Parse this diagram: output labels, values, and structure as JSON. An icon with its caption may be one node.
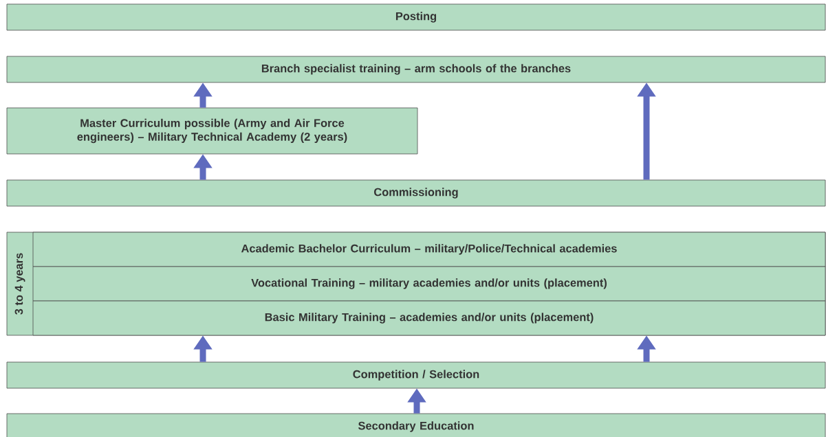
{
  "diagram": {
    "nodes": [
      {
        "text": [
          "Posting"
        ]
      },
      {
        "text": [
          "Branch specialist training – arm schools of the branches"
        ]
      },
      {
        "text": [
          "Master Curriculum possible (Army and Air Force engineers) – Military Technical Academy (2 years)"
        ]
      },
      {
        "text": [
          "Commissioning"
        ]
      },
      {
        "text": [
          "3 to 4 years"
        ]
      },
      {
        "text": [
          "Academic Bachelor Curriculum – military/Police/Technical academies"
        ],
        "in": 4
      },
      {
        "text": [
          "Vocational Training – military academies and/or units (placement)"
        ],
        "in": 4
      },
      {
        "text": [
          "Basic Military Training – academies and/or units (placement)"
        ],
        "in": 4
      },
      {
        "text": [
          "Competition / Selection"
        ]
      },
      {
        "text": [
          "Secondary Education"
        ]
      }
    ],
    "edges": [
      {
        "from": 3,
        "to": 2,
        "arrow": "to"
      },
      {
        "from": 2,
        "to": 1,
        "arrow": "to"
      },
      {
        "from": 3,
        "to": 1,
        "arrow": "to"
      },
      {
        "from": 8,
        "to": 7,
        "arrow": "to"
      },
      {
        "from": 8,
        "to": 7,
        "arrow": "to"
      },
      {
        "from": 9,
        "to": 8,
        "arrow": "to"
      }
    ]
  }
}
